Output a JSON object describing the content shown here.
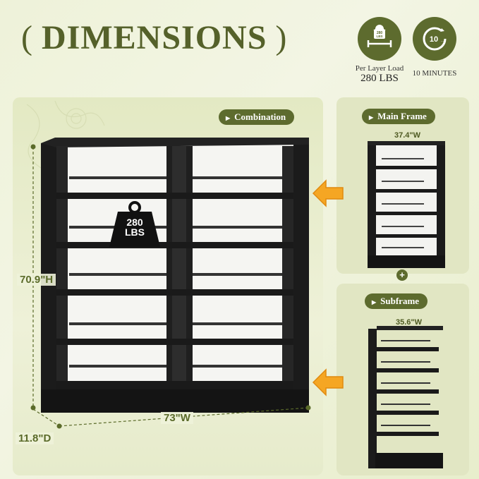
{
  "title": {
    "open_paren": "(",
    "text": "DIMENSIONS",
    "close_paren": ")"
  },
  "badges": [
    {
      "icon": "weight-bed-icon",
      "icon_text": "280\nLBS",
      "caption_line1": "Per Layer Load",
      "caption_line2": "280 LBS"
    },
    {
      "icon": "timer-icon",
      "icon_text": "10",
      "caption_line1": "10 MINUTES",
      "caption_line2": ""
    }
  ],
  "main": {
    "label": "Combination",
    "height": "70.9\"H",
    "width": "73\"W",
    "depth": "11.8\"D",
    "weight_badge": {
      "line1": "280",
      "line2": "LBS"
    }
  },
  "main_frame": {
    "label": "Main Frame",
    "width": "37.4\"W"
  },
  "plus": "+",
  "subframe": {
    "label": "Subframe",
    "width": "35.6\"W"
  },
  "colors": {
    "accent": "#5d6b2e",
    "title": "#55612a",
    "arrow": "#f5a623",
    "background": "#eef2d9",
    "shelf": "#1a1a1a"
  }
}
